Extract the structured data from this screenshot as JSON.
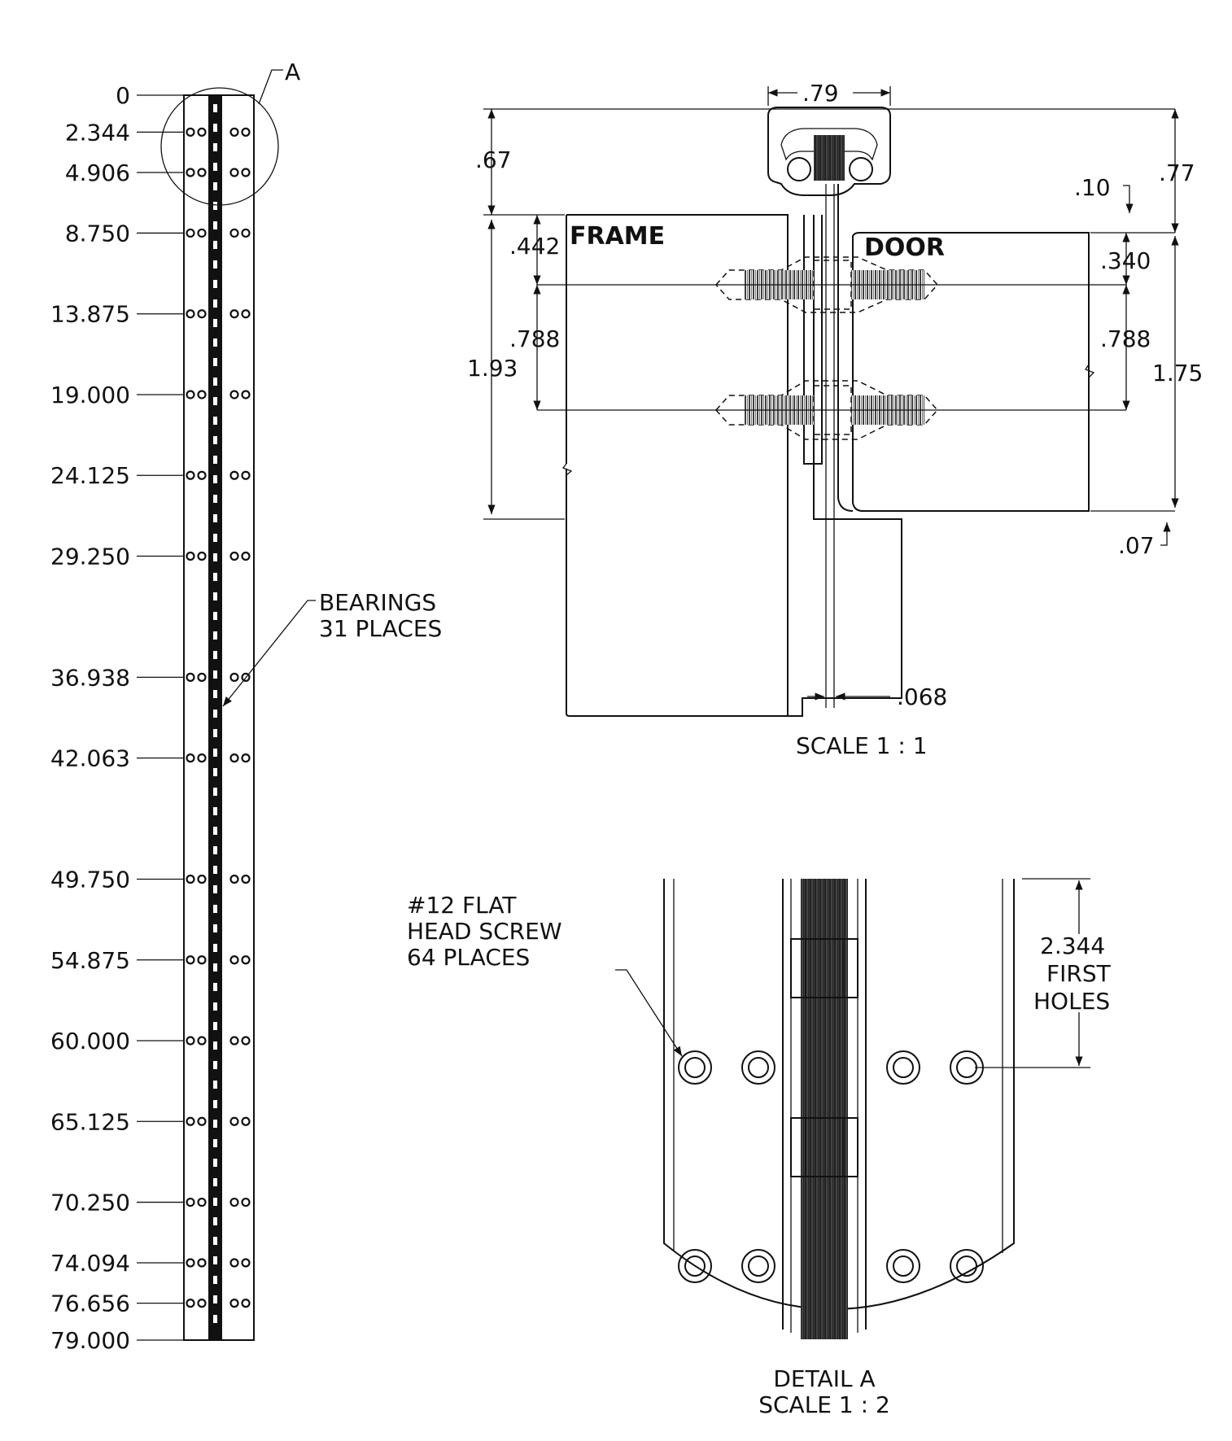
{
  "strip": {
    "ticks": [
      {
        "label": "0",
        "holes": false
      },
      {
        "label": "2.344",
        "holes": true
      },
      {
        "label": "4.906",
        "holes": true
      },
      {
        "label": "8.750",
        "holes": true
      },
      {
        "label": "13.875",
        "holes": true
      },
      {
        "label": "19.000",
        "holes": true
      },
      {
        "label": "24.125",
        "holes": true
      },
      {
        "label": "29.250",
        "holes": true
      },
      {
        "label": "36.938",
        "holes": true
      },
      {
        "label": "42.063",
        "holes": true
      },
      {
        "label": "49.750",
        "holes": true
      },
      {
        "label": "54.875",
        "holes": true
      },
      {
        "label": "60.000",
        "holes": true
      },
      {
        "label": "65.125",
        "holes": true
      },
      {
        "label": "70.250",
        "holes": true
      },
      {
        "label": "74.094",
        "holes": true
      },
      {
        "label": "76.656",
        "holes": true
      },
      {
        "label": "79.000",
        "holes": false
      }
    ],
    "detail_callout": "A",
    "bearings_line1": "BEARINGS",
    "bearings_line2": "31 PLACES"
  },
  "section": {
    "frame_label": "FRAME",
    "door_label": "DOOR",
    "dims": {
      "width_top": ".79",
      "d067": ".67",
      "d077": ".77",
      "d010": ".10",
      "d0442": ".442",
      "d0340": ".340",
      "d0788_left": ".788",
      "d0788_right": ".788",
      "d193": "1.93",
      "d175": "1.75",
      "d007": ".07",
      "d0068": ".068"
    },
    "scale": "SCALE 1 : 1"
  },
  "detail": {
    "screw_line1": "#12 FLAT",
    "screw_line2": "HEAD SCREW",
    "screw_line3": "64 PLACES",
    "holes_line1": "2.344",
    "holes_line2": "FIRST",
    "holes_line3": "HOLES",
    "title": "DETAIL A",
    "scale": "SCALE 1 : 2"
  }
}
